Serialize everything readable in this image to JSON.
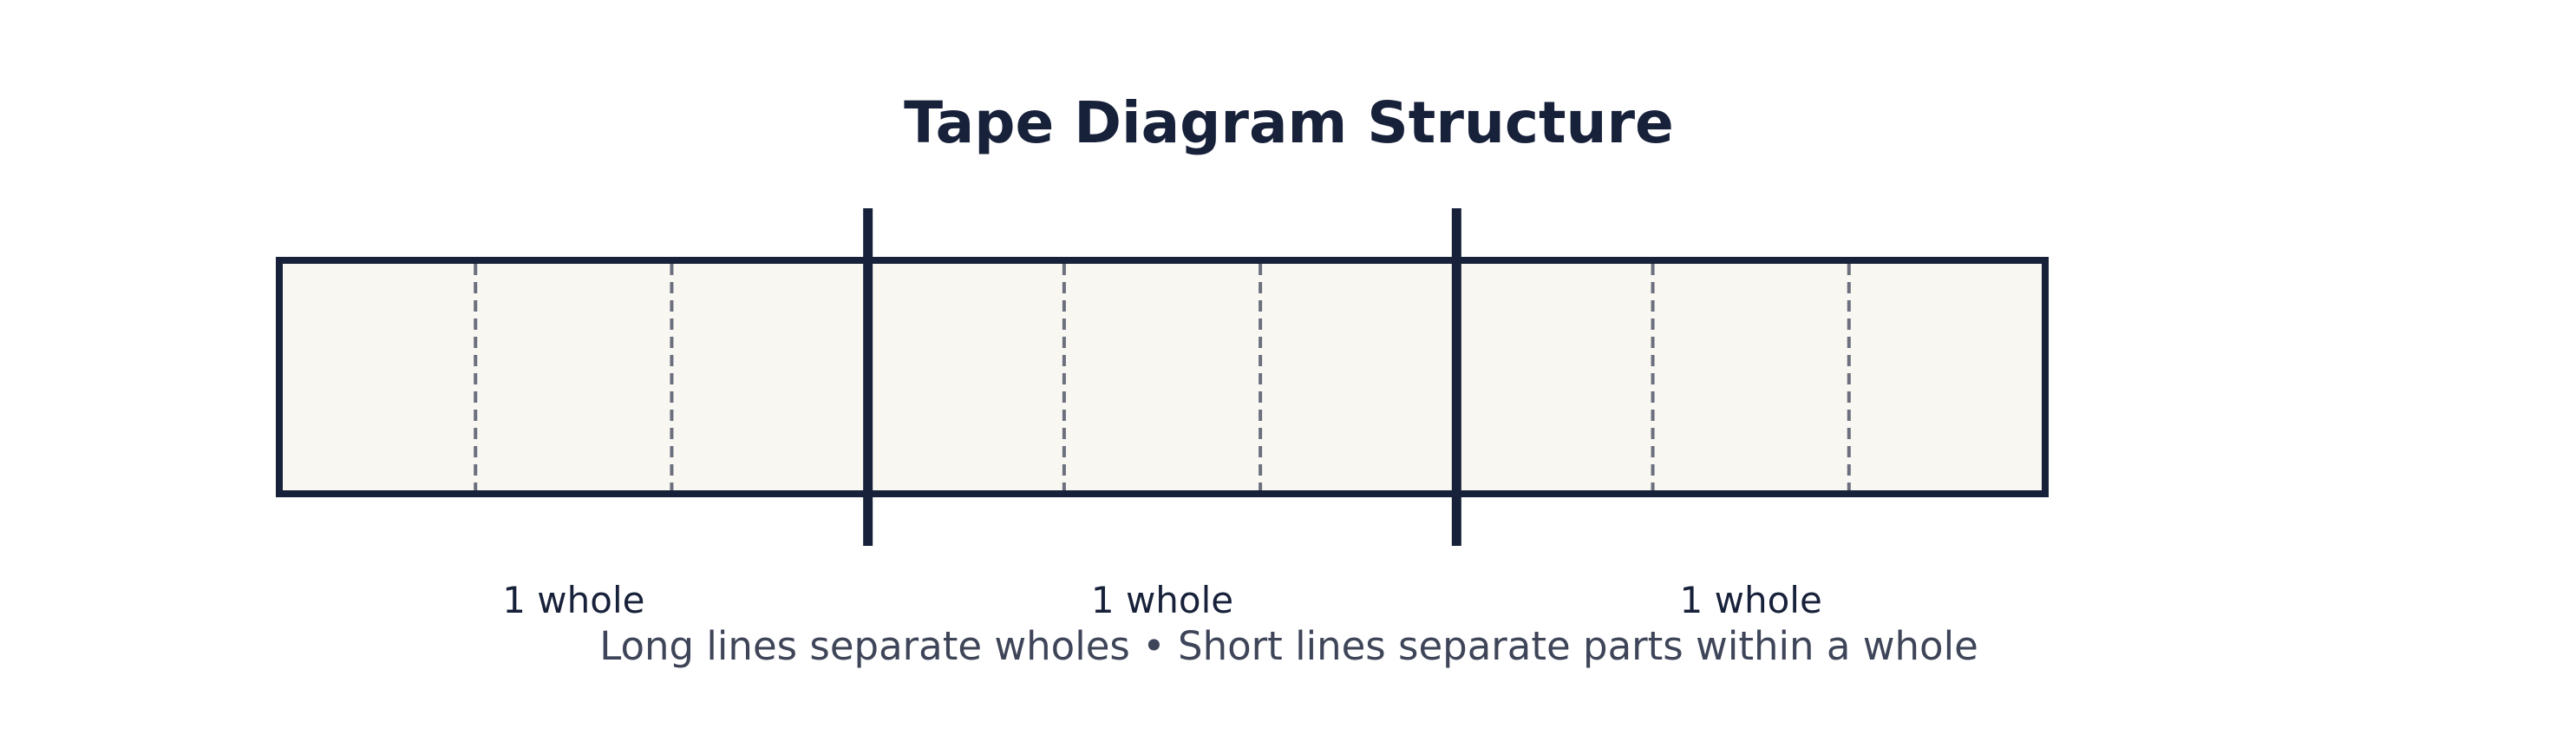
{
  "title": "Tape Diagram Structure",
  "caption": "Long lines separate wholes  •  Short lines separate parts within a whole",
  "diagram": {
    "wholes": 3,
    "parts_per_whole": 3,
    "whole_label": "1 whole"
  },
  "colors": {
    "ink": "#18213a",
    "tape_fill": "#f9f7f1",
    "part_divider": "#6b6f7e",
    "caption": "#3f4559"
  }
}
